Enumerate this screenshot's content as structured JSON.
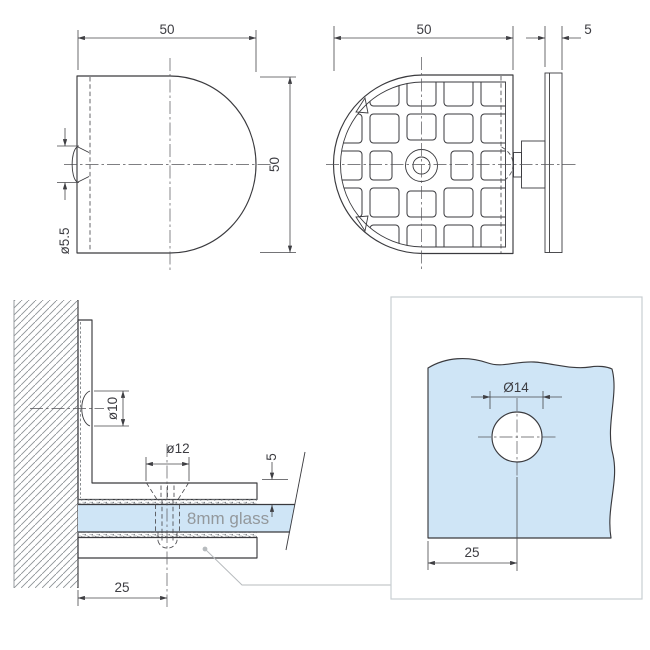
{
  "drawing": {
    "side_view": {
      "width_dim": "50",
      "height_dim": "50",
      "hole_dim": "ø5.5"
    },
    "back_view": {
      "width_dim": "50",
      "plate_dim": "5"
    },
    "section_view": {
      "anchor_dim": "ø10",
      "screw_dim": "ø12",
      "plate_dim": "5",
      "glass_label": "8mm glass",
      "offset_dim": "25"
    },
    "detail_view": {
      "hole_dim": "Ø14",
      "offset_dim": "25"
    },
    "colors": {
      "glass": "#cfe5f6",
      "object_line": "#3a3a3e",
      "dimension_line": "#46464a",
      "leader_line": "#b7bbbe",
      "glass_text": "#93989c",
      "detail_border": "#c9ced2",
      "hatch": "#8d9296"
    }
  }
}
